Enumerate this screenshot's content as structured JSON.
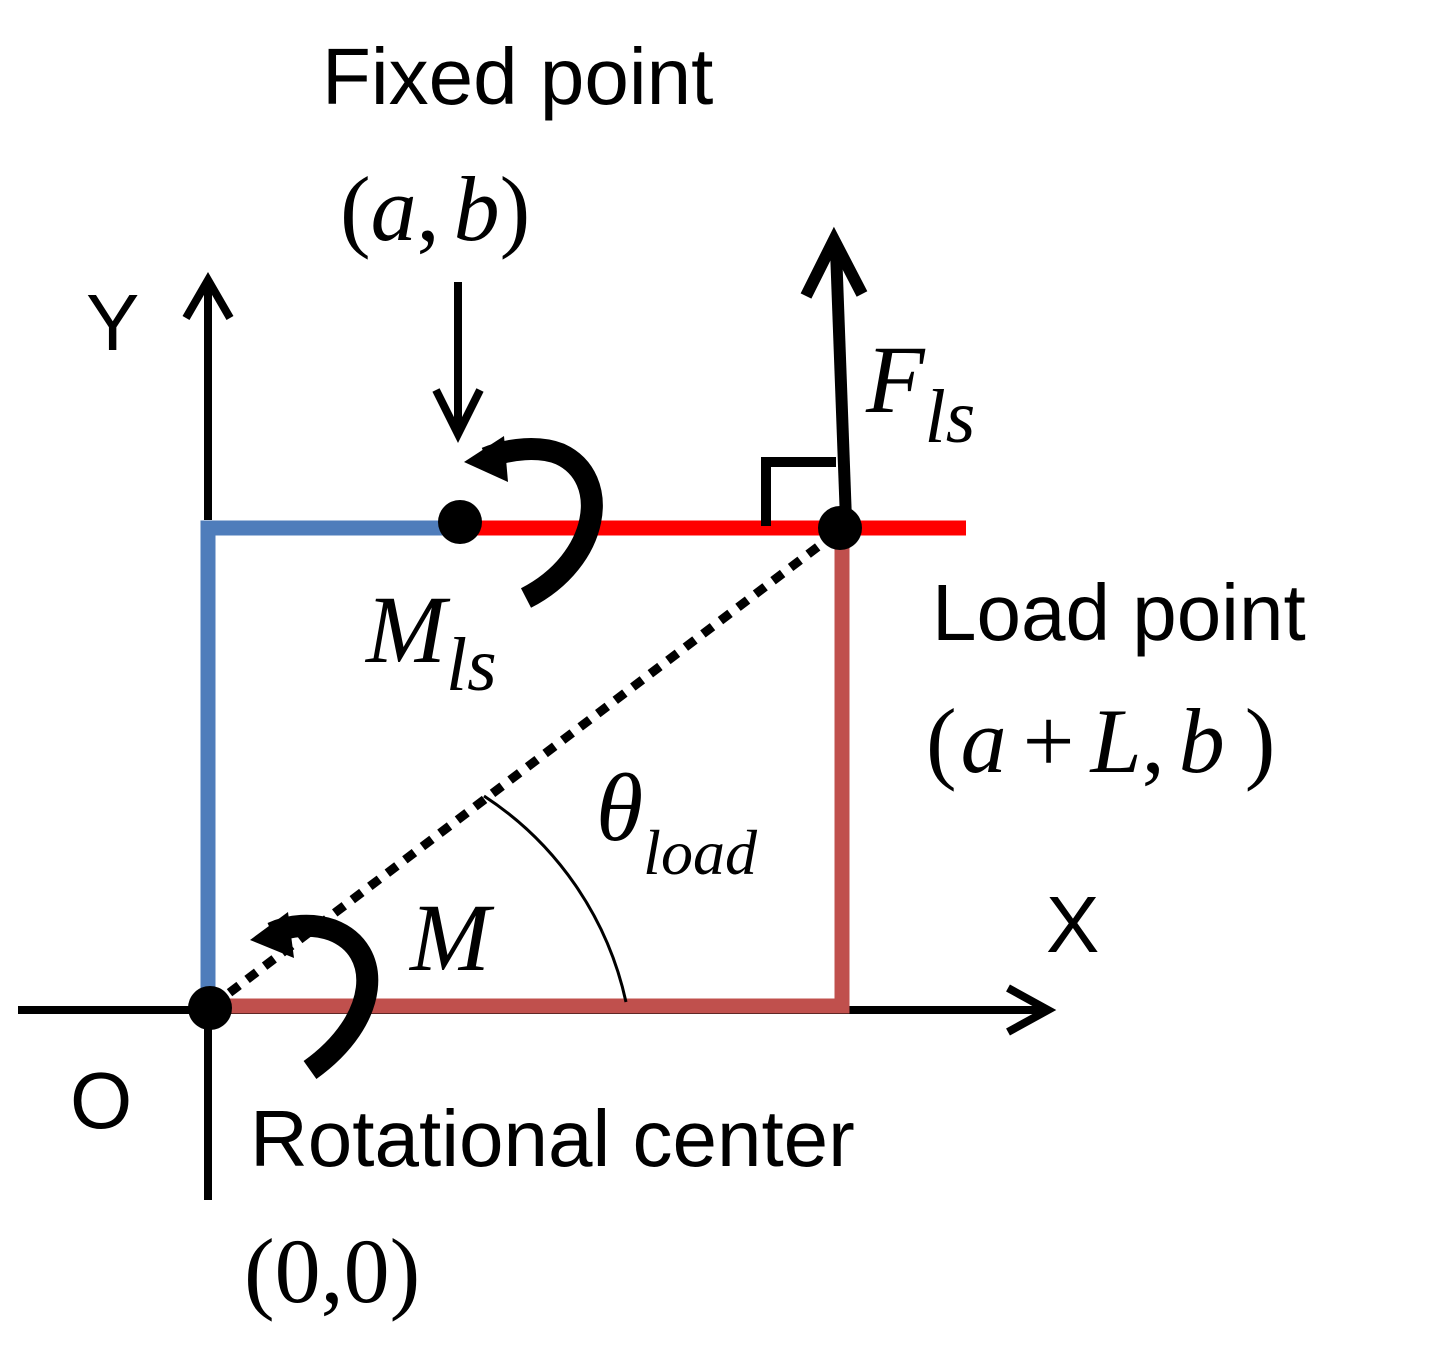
{
  "labels": {
    "fixed_point": "Fixed point",
    "fixed_coord": {
      "open": "(",
      "a": "a",
      "comma": ",",
      "b": "b",
      "close": ")"
    },
    "y_axis": "Y",
    "x_axis": "X",
    "origin": "O",
    "force": {
      "base": "F",
      "sub": "ls"
    },
    "moment_ls": {
      "base": "M",
      "sub": "ls"
    },
    "moment": "M",
    "angle": {
      "base": "θ",
      "sub": "load"
    },
    "load_point": "Load point",
    "load_coord": {
      "open": "(",
      "a": "a",
      "plus": "+",
      "L": "L",
      "comma": ",",
      "b": "b",
      "close": ")"
    },
    "rotational_center": "Rotational center",
    "center_coord": "(0,0)"
  },
  "colors": {
    "blue_link": "#4F7DBB",
    "red_beam": "#FF0000",
    "dark_red_link": "#C0504D",
    "black": "#000000"
  }
}
